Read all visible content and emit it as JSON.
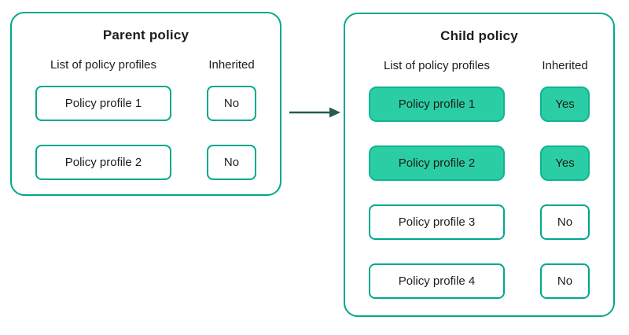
{
  "colors": {
    "teal_border": "#00a88e",
    "mint_fill": "#2bcda4",
    "mint_border": "#10b591",
    "arrow": "#255b52",
    "text": "#1d1d1b",
    "background": "#ffffff"
  },
  "arrow": {
    "icon": "arrow-right"
  },
  "panels": [
    {
      "title": "Parent policy",
      "columns": {
        "profiles": "List of policy profiles",
        "inherited": "Inherited"
      },
      "rows": [
        {
          "profile": "Policy profile 1",
          "inherited": "No",
          "highlighted": false
        },
        {
          "profile": "Policy profile 2",
          "inherited": "No",
          "highlighted": false
        }
      ]
    },
    {
      "title": "Child policy",
      "columns": {
        "profiles": "List of policy profiles",
        "inherited": "Inherited"
      },
      "rows": [
        {
          "profile": "Policy profile 1",
          "inherited": "Yes",
          "highlighted": true
        },
        {
          "profile": "Policy profile 2",
          "inherited": "Yes",
          "highlighted": true
        },
        {
          "profile": "Policy profile 3",
          "inherited": "No",
          "highlighted": false
        },
        {
          "profile": "Policy profile 4",
          "inherited": "No",
          "highlighted": false
        }
      ]
    }
  ]
}
